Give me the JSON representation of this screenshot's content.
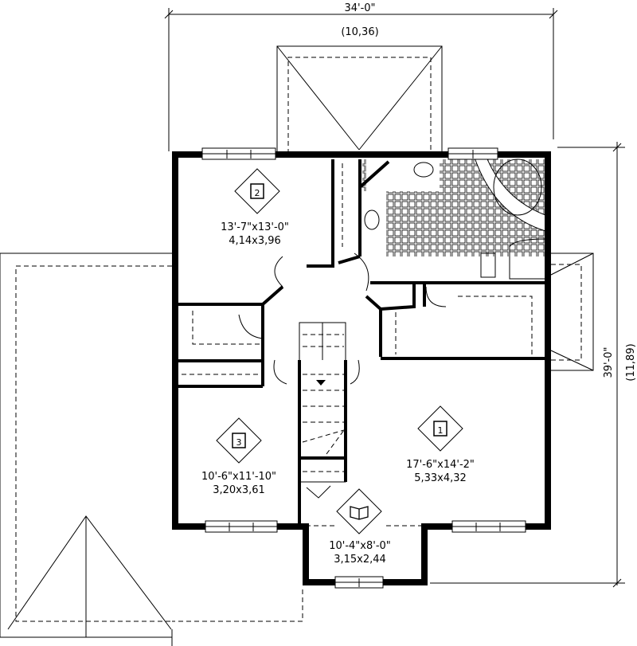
{
  "dimensions": {
    "width_imperial": "34'-0\"",
    "width_metric": "(10,36)",
    "depth_imperial": "39'-0\"",
    "depth_metric": "(11,89)"
  },
  "rooms": [
    {
      "id": "bedroom-2",
      "icon": "bedroom-icon",
      "number": "2",
      "imperial": "13'-7\"x13'-0\"",
      "metric": "4,14x3,96"
    },
    {
      "id": "bedroom-1",
      "icon": "bedroom-icon",
      "number": "1",
      "imperial": "17'-6\"x14'-2\"",
      "metric": "5,33x4,32"
    },
    {
      "id": "bedroom-3",
      "icon": "bedroom-icon",
      "number": "3",
      "imperial": "10'-6\"x11'-10\"",
      "metric": "3,20x3,61"
    },
    {
      "id": "study",
      "icon": "book-icon",
      "imperial": "10'-4\"x8'-0\"",
      "metric": "3,15x2,44"
    }
  ],
  "colors": {
    "line": "#000000",
    "background": "#ffffff"
  }
}
